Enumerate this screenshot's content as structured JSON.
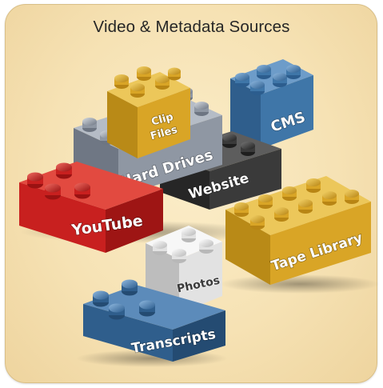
{
  "title": "Video & Metadata Sources",
  "bricks": {
    "clip_files": {
      "line1": "Clip",
      "line2": "Files"
    },
    "cms": "CMS",
    "hard_drives": "Hard Drives",
    "website": "Website",
    "youtube": "YouTube",
    "tape_library": "Tape Library",
    "photos": "Photos",
    "transcripts": "Transcripts"
  },
  "colors": {
    "yellow": "#d9a526",
    "blue": "#3f76a8",
    "gray": "#8f97a3",
    "dark": "#3a3a3a",
    "red": "#c8201f",
    "white": "#eeeeee",
    "navy": "#2f5e8c"
  }
}
